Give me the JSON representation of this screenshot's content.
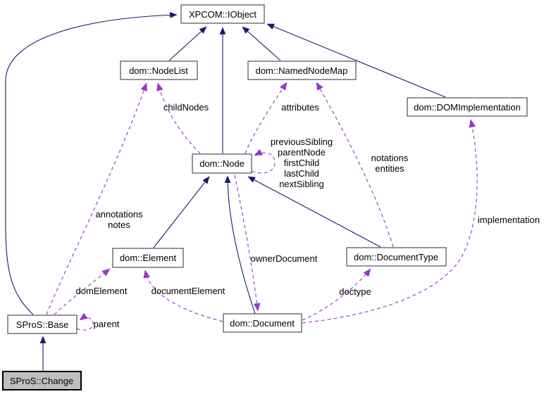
{
  "colors": {
    "inheritance_edge": "#191970",
    "usage_edge": "#9a32cd",
    "node_fill": "#ffffff",
    "node_border": "#000000",
    "current_node_fill": "#bfbfbf",
    "background": "#ffffff"
  },
  "nodes": {
    "xpcom_iobject": {
      "label": "XPCOM::IObject"
    },
    "dom_nodelist": {
      "label": "dom::NodeList"
    },
    "dom_namednodemap": {
      "label": "dom::NamedNodeMap"
    },
    "dom_domimplementation": {
      "label": "dom::DOMImplementation"
    },
    "dom_node": {
      "label": "dom::Node"
    },
    "dom_element": {
      "label": "dom::Element"
    },
    "dom_documenttype": {
      "label": "dom::DocumentType"
    },
    "dom_document": {
      "label": "dom::Document"
    },
    "spros_base": {
      "label": "SProS::Base"
    },
    "spros_change": {
      "label": "SProS::Change"
    }
  },
  "edge_labels": {
    "childNodes": "childNodes",
    "attributes": "attributes",
    "node_self_loop": [
      "previousSibling",
      "parentNode",
      "firstChild",
      "lastChild",
      "nextSibling"
    ],
    "notations_entities": [
      "notations",
      "entities"
    ],
    "annotations_notes": [
      "annotations",
      "notes"
    ],
    "ownerDocument": "ownerDocument",
    "implementation": "implementation",
    "domElement": "domElement",
    "documentElement": "documentElement",
    "doctype": "doctype",
    "parent": "parent"
  }
}
